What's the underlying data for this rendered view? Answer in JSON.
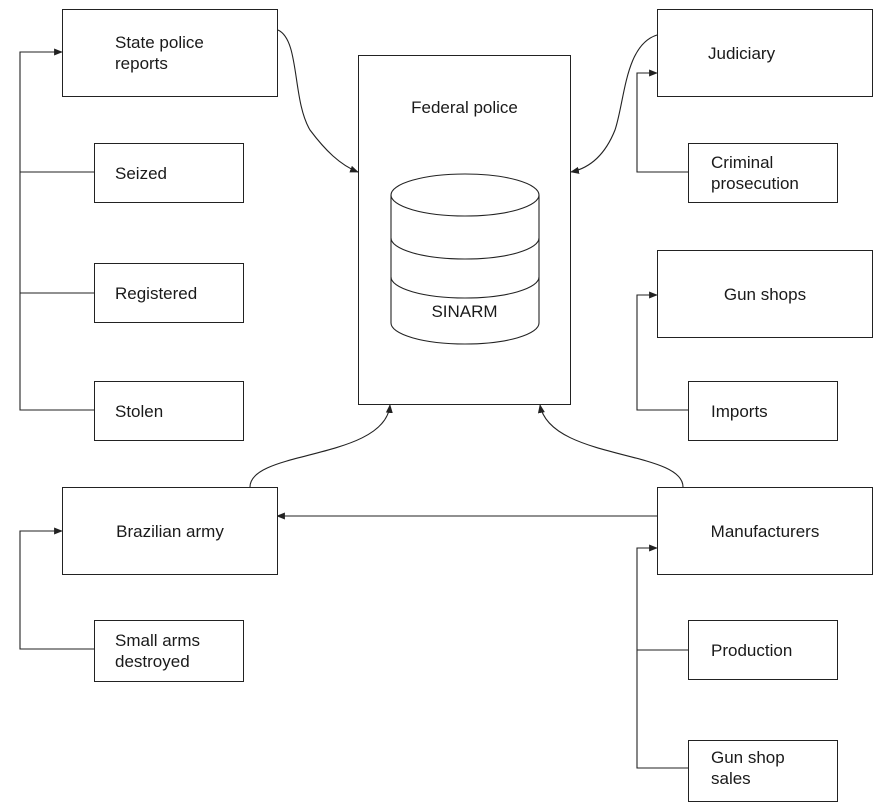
{
  "center": {
    "title": "Federal police",
    "database": "SINARM"
  },
  "left_top": {
    "header": "State police reports",
    "items": [
      "Seized",
      "Registered",
      "Stolen"
    ]
  },
  "left_bottom": {
    "header": "Brazilian army",
    "items": [
      "Small arms destroyed"
    ]
  },
  "right_top": {
    "header": "Judiciary",
    "items": [
      "Criminal prosecution"
    ]
  },
  "right_mid": {
    "header": "Gun shops",
    "items": [
      "Imports"
    ]
  },
  "right_bottom": {
    "header": "Manufacturers",
    "items": [
      "Production",
      "Gun shop sales"
    ]
  }
}
